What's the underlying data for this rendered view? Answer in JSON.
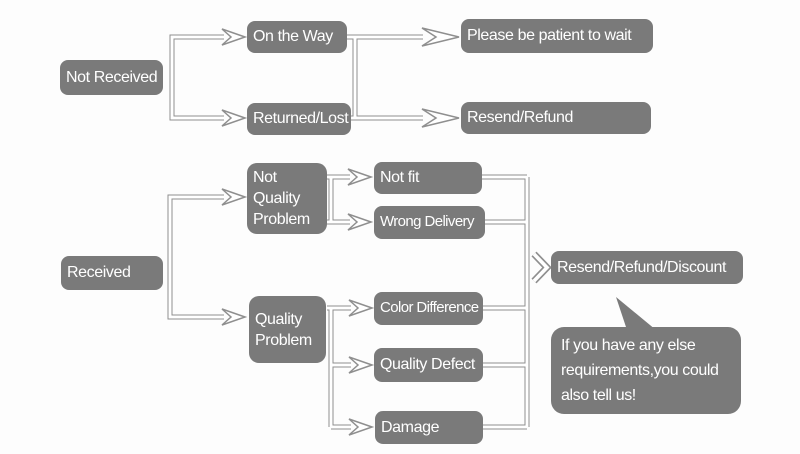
{
  "colors": {
    "box": "#7a7a7a",
    "text": "#ffffff",
    "line": "#8f8f8f",
    "bg": "#fdfdfd"
  },
  "flow_not_received": {
    "root": "Not Received",
    "branches": [
      {
        "cause": "On the Way",
        "outcome": "Please be patient to wait"
      },
      {
        "cause": "Returned/Lost",
        "outcome": "Resend/Refund"
      }
    ]
  },
  "flow_received": {
    "root": "Received",
    "groups": [
      {
        "category": "Not Quality Problem",
        "reasons": [
          "Not fit",
          "Wrong Delivery"
        ]
      },
      {
        "category": "Quality Problem",
        "reasons": [
          "Color Difference",
          "Quality Defect",
          "Damage"
        ]
      }
    ],
    "outcome": "Resend/Refund/Discount",
    "note_lines": [
      "If you have any else",
      "requirements,you could",
      "also tell us!"
    ]
  }
}
